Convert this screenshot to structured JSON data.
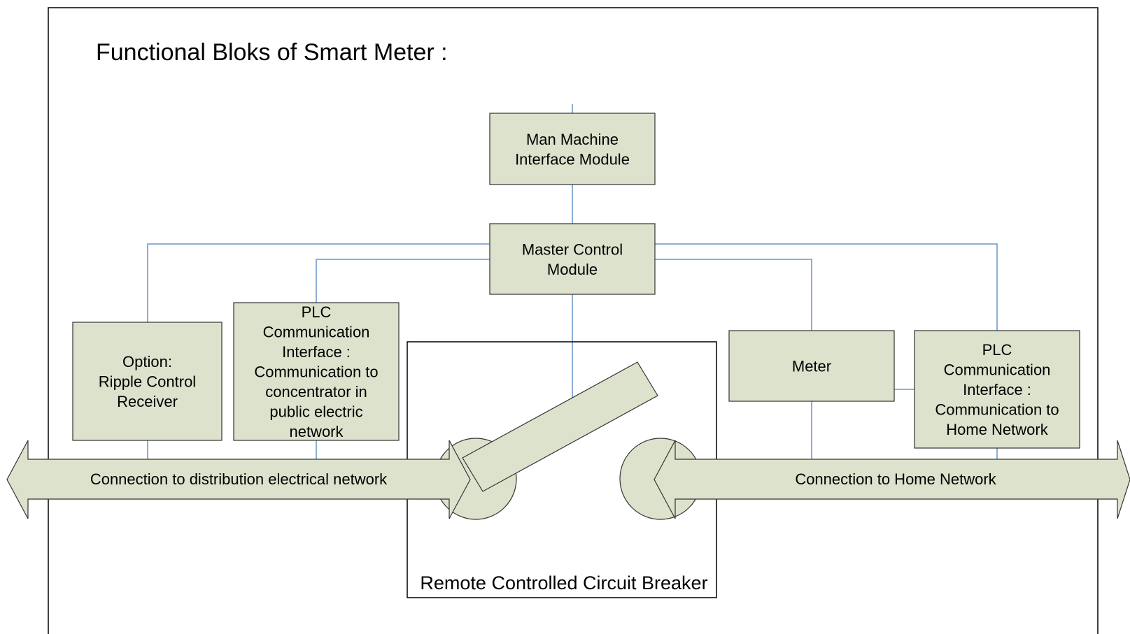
{
  "title": "Functional Bloks of Smart Meter :",
  "colors": {
    "box_fill": "#dde2cd",
    "box_stroke": "#333333",
    "connector": "#4f81bd",
    "frame": "#000000"
  },
  "blocks": {
    "mmi": {
      "lines": [
        "Man Machine",
        "Interface Module"
      ]
    },
    "master": {
      "lines": [
        "Master Control",
        "Module"
      ]
    },
    "ripple": {
      "lines": [
        "Option:",
        "Ripple Control",
        "Receiver"
      ]
    },
    "plc_public": {
      "lines": [
        "PLC",
        "Communication",
        "Interface :",
        "Communication to",
        "concentrator in",
        "public electric",
        "network"
      ]
    },
    "meter": {
      "lines": [
        "Meter"
      ]
    },
    "plc_home": {
      "lines": [
        "PLC",
        "Communication",
        "Interface :",
        "Communication to",
        "Home Network"
      ]
    }
  },
  "arrows": {
    "distribution": "Connection to distribution electrical network",
    "home": "Connection to Home Network"
  },
  "breaker": {
    "label": "Remote Controlled Circuit Breaker"
  }
}
